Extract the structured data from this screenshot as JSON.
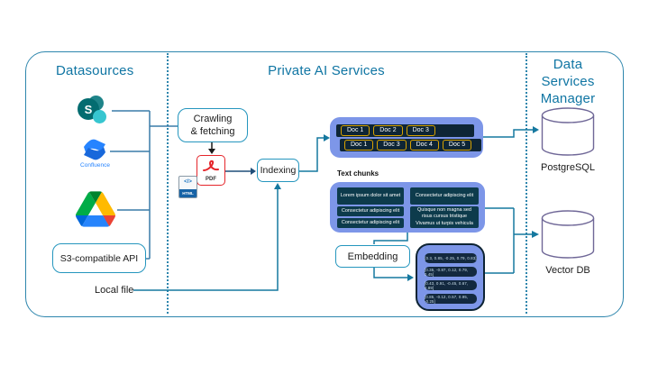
{
  "titles": {
    "datasources": "Datasources",
    "private_ai": "Private AI Services",
    "data_services_manager": "Data Services Manager"
  },
  "datasources": {
    "sharepoint_letter": "S",
    "confluence": "Confluence",
    "s3_api": "S3-compatible API",
    "local_file": "Local file"
  },
  "pipeline": {
    "crawling_line1": "Crawling",
    "crawling_line2": "& fetching",
    "pdf": "PDF",
    "html_glyph": "</>",
    "html_label": "HTML",
    "indexing": "Indexing",
    "text_chunks_label": "Text chunks",
    "embedding": "Embedding"
  },
  "doc_chunks": {
    "row1": [
      "Doc 1",
      "Doc 2",
      "Doc 3"
    ],
    "row2": [
      "Doc 1",
      "Doc 3",
      "Doc 4",
      "Doc 5"
    ]
  },
  "text_chunks": {
    "left": [
      "Lorem ipsum dolor sit amet",
      "Consectetur adipiscing elit",
      "Consectetur adipiscing elit"
    ],
    "right_top": "Consectetur adipiscing elit",
    "right_bottom": "Quisque non magna sed risus cursus tristique Vivamus ut turpis vehicula"
  },
  "vectors": [
    "[0.3, 0.85, -0.25, 0.79, 0.83]",
    "[0.35, -0.87, 0.12, 0.79, 0.45]",
    "[0.43, 0.91, -0.45, 0.67, 0.89]",
    "[0.85, -0.12, 0.57, 0.95, -0.25]"
  ],
  "databases": {
    "postgresql": "PostgreSQL",
    "vector_db": "Vector DB"
  },
  "colors": {
    "accent_teal": "#0f75a3",
    "line_steel": "#3a7ca8",
    "periwinkle": "#7d96e8",
    "dark_navy": "#0e2535",
    "dark_teal_chunk": "#0d3b4c",
    "doc_pill_border": "#d8a200",
    "cylinder_outline": "#6f6797",
    "pdf_red": "#e5252a"
  }
}
